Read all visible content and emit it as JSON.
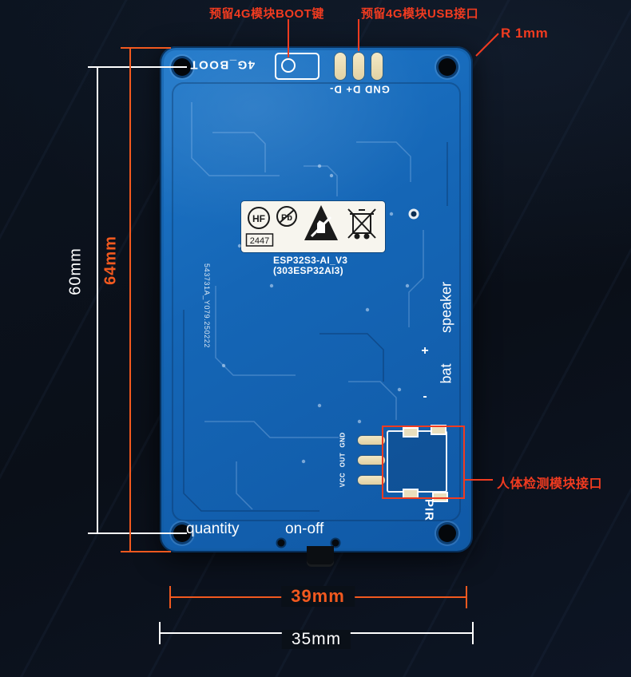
{
  "colors": {
    "accent_red": "#f03b20",
    "accent_orange": "#f2591f",
    "board_blue": "#1566b6",
    "pad_cream": "#eadfbd",
    "background": "#0a1018"
  },
  "callouts": {
    "boot": "预留4G模块BOOT键",
    "usb": "预留4G模块USB接口",
    "corner_radius": "R 1mm",
    "pir": "人体检测模块接口"
  },
  "dimensions": {
    "left_outer": "60mm",
    "left_inner": "64mm",
    "bottom_inner": "39mm",
    "bottom_outer": "35mm"
  },
  "board": {
    "boot_silk": "4G_BOOT",
    "usb_silk": "GND D+ D-",
    "model_line1": "ESP32S3-AI_V3",
    "model_line2": "(303ESP32AI3)",
    "serial": "543731A_Y079.250222",
    "speaker": "speaker",
    "bat_plus": "+",
    "bat": "bat",
    "bat_minus": "-",
    "pir": "PIR",
    "pir_pins": [
      "GND",
      "OUT",
      "VCC"
    ],
    "quantity": "quantity",
    "onoff": "on-off",
    "cert": {
      "hf": "HF",
      "pb": "Pb",
      "date_code": "2447"
    }
  }
}
